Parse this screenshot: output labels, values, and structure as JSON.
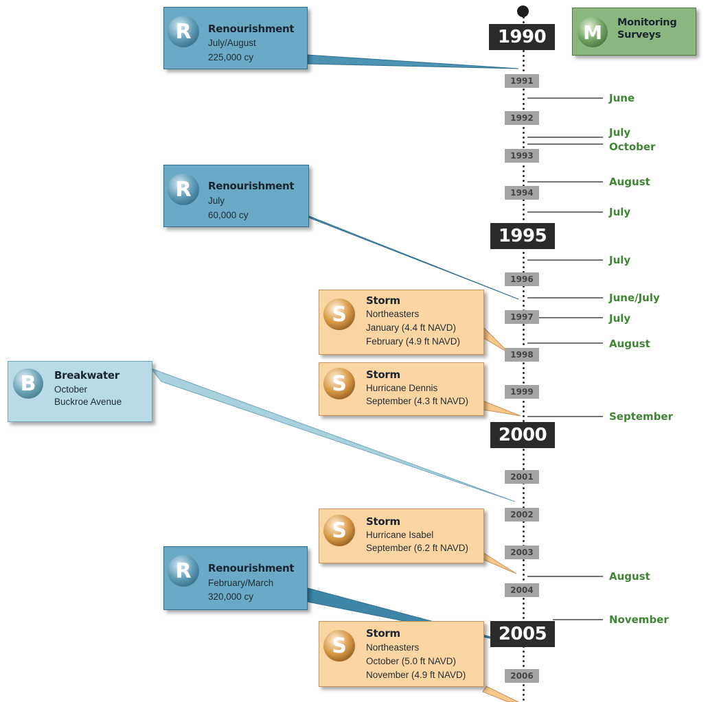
{
  "colors": {
    "renourishment": "#6aaac7",
    "breakwater": "#b9dbe6",
    "storm": "#fcd6a2",
    "monitoring": "#8cb67f",
    "survey_text": "#3e8632",
    "major_year": "#2b2b2b",
    "minor_year": "#a4a4a4"
  },
  "legend": {
    "monitoring": {
      "letter": "M",
      "title_line1": "Monitoring",
      "title_line2": "Surveys"
    }
  },
  "timeline": {
    "major_years": [
      "1990",
      "1995",
      "2000",
      "2005"
    ],
    "minor_years": [
      "1991",
      "1992",
      "1993",
      "1994",
      "1996",
      "1997",
      "1998",
      "1999",
      "2001",
      "2002",
      "2003",
      "2004",
      "2006"
    ]
  },
  "surveys": [
    {
      "label": "June"
    },
    {
      "label": "July"
    },
    {
      "label": "October"
    },
    {
      "label": "August"
    },
    {
      "label": "July"
    },
    {
      "label": "July"
    },
    {
      "label": "June/July"
    },
    {
      "label": "July"
    },
    {
      "label": "August"
    },
    {
      "label": "September"
    },
    {
      "label": "August"
    },
    {
      "label": "November"
    }
  ],
  "events": [
    {
      "type": "renourishment",
      "letter": "R",
      "title": "Renourishment",
      "lines": [
        "July/August",
        "225,000 cy"
      ]
    },
    {
      "type": "renourishment",
      "letter": "R",
      "title": "Renourishment",
      "lines": [
        "July",
        "60,000 cy"
      ]
    },
    {
      "type": "storm",
      "letter": "S",
      "title": "Storm",
      "lines": [
        "Northeasters",
        "January (4.4 ft NAVD)",
        "February (4.9 ft NAVD)"
      ]
    },
    {
      "type": "storm",
      "letter": "S",
      "title": "Storm",
      "lines": [
        "Hurricane Dennis",
        "September (4.3 ft NAVD)"
      ]
    },
    {
      "type": "breakwater",
      "letter": "B",
      "title": "Breakwater",
      "lines": [
        "October",
        "Buckroe Avenue"
      ]
    },
    {
      "type": "storm",
      "letter": "S",
      "title": "Storm",
      "lines": [
        "Hurricane Isabel",
        "September (6.2 ft NAVD)"
      ]
    },
    {
      "type": "renourishment",
      "letter": "R",
      "title": "Renourishment",
      "lines": [
        "February/March",
        "320,000 cy"
      ]
    },
    {
      "type": "storm",
      "letter": "S",
      "title": "Storm",
      "lines": [
        "Northeasters",
        "October (5.0 ft NAVD)",
        "November (4.9 ft NAVD)"
      ]
    }
  ]
}
